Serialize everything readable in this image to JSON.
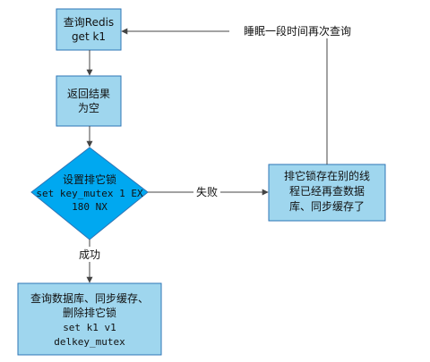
{
  "colors": {
    "box_fill": "#9fd6ee",
    "box_stroke": "#2e75b6",
    "diamond_fill": "#00a8f0",
    "line": "#444444"
  },
  "nodes": {
    "query_redis": {
      "line1": "查询Redis",
      "line2": "get k1"
    },
    "return_empty": {
      "line1": "返回结果",
      "line2": "为空"
    },
    "set_mutex": {
      "line1": "设置排它锁",
      "line2": "set key_mutex 1 EX",
      "line3": "180 NX"
    },
    "other_thread": {
      "line1": "排它锁存在别的线",
      "line2": "程已经再查数据",
      "line3": "库、同步缓存了"
    },
    "query_db": {
      "line1": "查询数据库、同步缓存、",
      "line2": "删除排它锁",
      "line3": "set k1 v1",
      "line4": "delkey_mutex"
    }
  },
  "edges": {
    "fail_label": "失败",
    "success_label": "成功",
    "sleep_label": "睡眠一段时间再次查询"
  }
}
